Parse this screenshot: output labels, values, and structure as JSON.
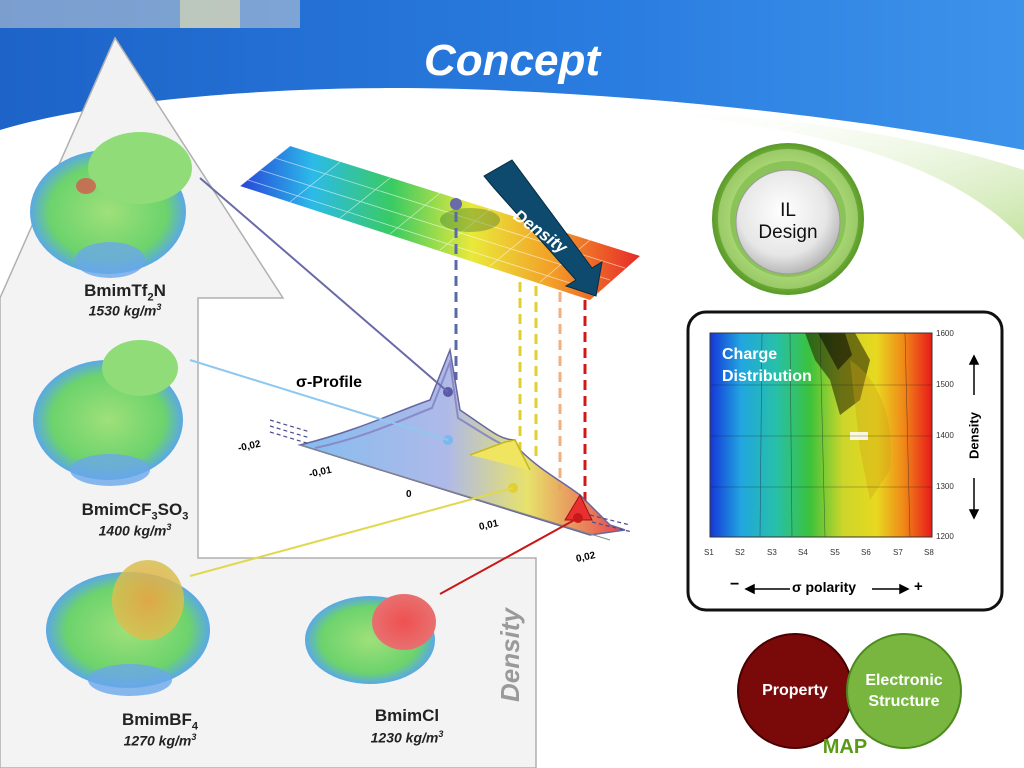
{
  "slide": {
    "title": "Concept"
  },
  "molecules": [
    {
      "name": "BmimTf",
      "sub": "2",
      "suffix": "N",
      "density": "1530 kg/m",
      "unit_sup": "3"
    },
    {
      "name": "BmimCF",
      "sub": "3",
      "suffix": "SO",
      "sub2": "3",
      "density": "1400 kg/m",
      "unit_sup": "3"
    },
    {
      "name": "BmimBF",
      "sub": "4",
      "suffix": "",
      "density": "1270 kg/m",
      "unit_sup": "3"
    },
    {
      "name": "BmimCl",
      "sub": "",
      "suffix": "",
      "density": "1230 kg/m",
      "unit_sup": "3"
    }
  ],
  "sigma_profile": {
    "label": "σ-Profile",
    "axis_ticks": [
      "-0,02",
      "-0,01",
      "0",
      "0,01",
      "0,02"
    ]
  },
  "density_arrow_label": "Density",
  "density_vertical_label": "Density",
  "il_design": {
    "line1": "IL",
    "line2": "Design"
  },
  "contour_map": {
    "label_line1": "Charge",
    "label_line2": "Distribution",
    "y_ticks": [
      "1600",
      "1500",
      "1400",
      "1300",
      "1200"
    ],
    "x_ticks": [
      "S1",
      "S2",
      "S3",
      "S4",
      "S5",
      "S6",
      "S7",
      "S8"
    ],
    "y_axis_label": "Density",
    "x_axis_label": "σ polarity",
    "minus": "−",
    "plus": "+"
  },
  "venn": {
    "left": "Property",
    "right_line1": "Electronic",
    "right_line2": "Structure",
    "caption": "MAP"
  },
  "colors": {
    "header_blue": "#1f6fd8",
    "property": "#7a0a0a",
    "electronic": "#78b640",
    "map_caption": "#5a9a16"
  }
}
